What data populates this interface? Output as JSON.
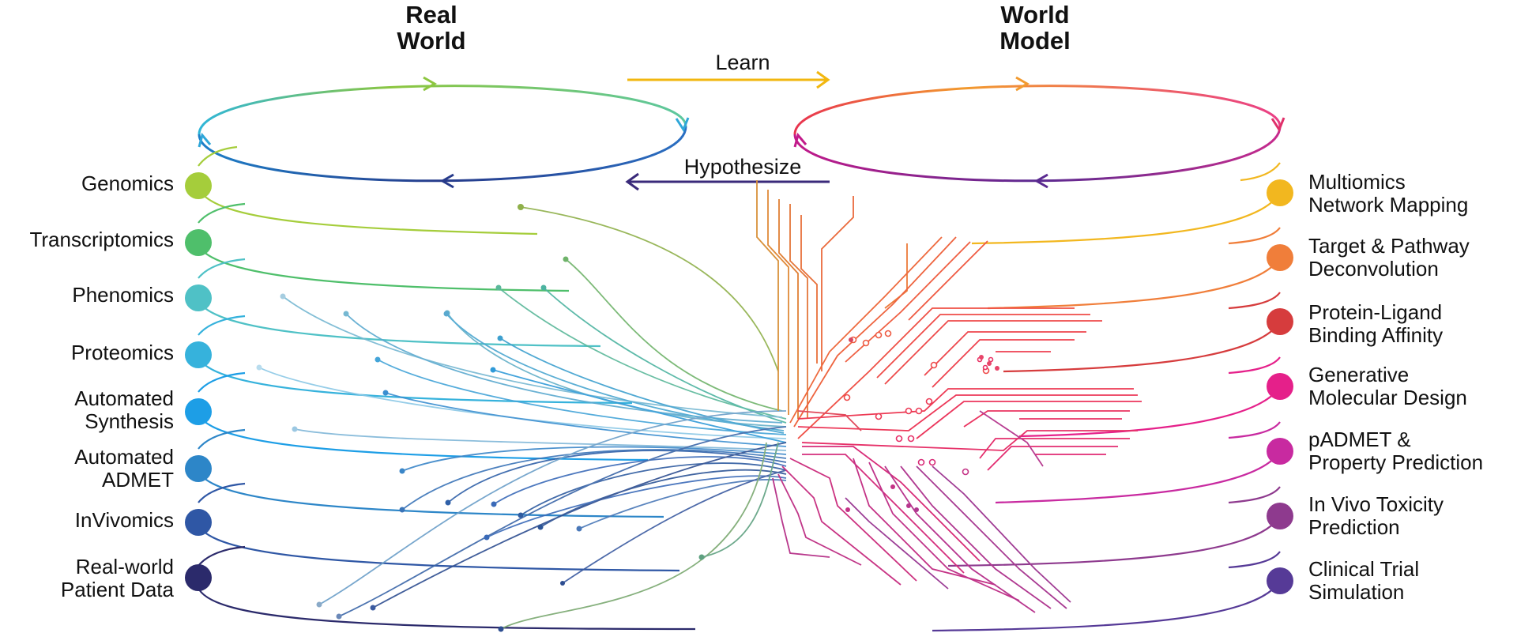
{
  "headers": {
    "real_world": [
      "Real",
      "World"
    ],
    "world_model": [
      "World",
      "Model"
    ]
  },
  "arrows": {
    "learn": "Learn",
    "hypothesize": "Hypothesize"
  },
  "colors": {
    "learn_arrow": "#f2b70f",
    "hypothesize_arrow": "#3a2a7a"
  },
  "left_items": [
    {
      "lines": [
        "Genomics"
      ],
      "color": "#a5cd3b"
    },
    {
      "lines": [
        "Transcriptomics"
      ],
      "color": "#4fbf6b"
    },
    {
      "lines": [
        "Phenomics"
      ],
      "color": "#4fc1c6"
    },
    {
      "lines": [
        "Proteomics"
      ],
      "color": "#36b2dc"
    },
    {
      "lines": [
        "Automated",
        "Synthesis"
      ],
      "color": "#1d9ee6"
    },
    {
      "lines": [
        "Automated",
        "ADMET"
      ],
      "color": "#2d86c8"
    },
    {
      "lines": [
        "InVivomics"
      ],
      "color": "#2f57a5"
    },
    {
      "lines": [
        "Real-world",
        "Patient Data"
      ],
      "color": "#2b2a6b"
    }
  ],
  "right_items": [
    {
      "lines": [
        "Multiomics",
        "Network Mapping"
      ],
      "color": "#f2b71f"
    },
    {
      "lines": [
        "Target & Pathway",
        "Deconvolution"
      ],
      "color": "#f07e3a"
    },
    {
      "lines": [
        "Protein-Ligand",
        "Binding Affinity"
      ],
      "color": "#d63c3d"
    },
    {
      "lines": [
        "Generative",
        "Molecular Design"
      ],
      "color": "#e5208a"
    },
    {
      "lines": [
        "pADMET &",
        "Property Prediction"
      ],
      "color": "#c82aa0"
    },
    {
      "lines": [
        "In Vivo Toxicity",
        "Prediction"
      ],
      "color": "#8e3a8e"
    },
    {
      "lines": [
        "Clinical Trial",
        "Simulation"
      ],
      "color": "#563a97"
    }
  ]
}
